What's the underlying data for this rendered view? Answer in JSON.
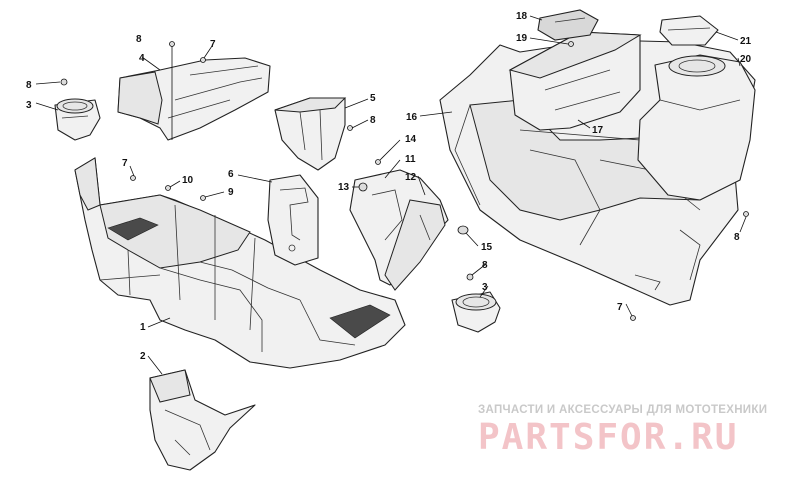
{
  "callouts": {
    "n1": "1",
    "n2": "2",
    "n3a": "3",
    "n3b": "3",
    "n4": "4",
    "n5": "5",
    "n6": "6",
    "n7a": "7",
    "n7b": "7",
    "n7c": "7",
    "n8a": "8",
    "n8b": "8",
    "n8c": "8",
    "n8d": "8",
    "n8e": "8",
    "n9": "9",
    "n10": "10",
    "n11": "11",
    "n12": "12",
    "n13": "13",
    "n14": "14",
    "n15": "15",
    "n16": "16",
    "n17": "17",
    "n18": "18",
    "n19": "19",
    "n20": "20",
    "n21": "21"
  },
  "watermark": {
    "tagline": "ЗАПЧАСТИ И АКСЕССУАРЫ ДЛЯ МОТОТЕХНИКИ",
    "logo": "PARTSFOR.RU"
  }
}
